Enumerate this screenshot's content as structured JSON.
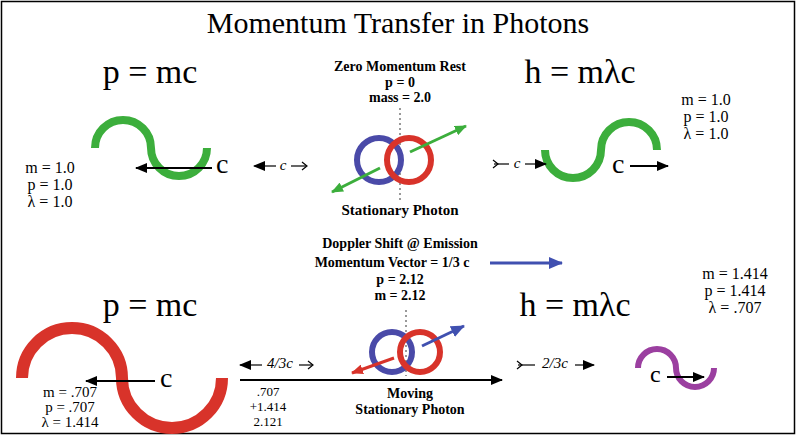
{
  "diagram": {
    "title": "Momentum Transfer in Photons",
    "labels": [
      "p = mc",
      "Zero Momentum Rest",
      "p = 0",
      "mass = 2.0",
      "h = mλc",
      "m = 1.0",
      "p = 1.0",
      "λ = 1.0",
      "c",
      "c",
      "c",
      "c",
      "m = 1.0",
      "p = 1.0",
      "λ = 1.0",
      "Stationary Photon",
      "Doppler Shift @ Emission",
      "Momentum Vector = 1/3 c",
      "p = 2.12",
      "m = 2.12",
      "p = mc",
      "h = mλc",
      "m = 1.414",
      "p = 1.414",
      "λ = .707",
      "c",
      "4/3c",
      ".707",
      "+1.414",
      "2.121",
      "Moving",
      "Stationary Photon",
      "2/3c",
      "c",
      "m = .707",
      "p = .707",
      "λ = 1.414"
    ]
  }
}
